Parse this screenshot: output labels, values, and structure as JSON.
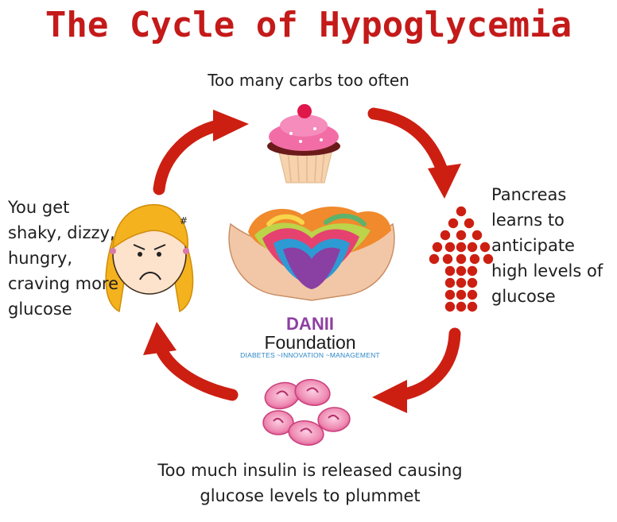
{
  "title": "The Cycle of Hypoglycemia",
  "steps": {
    "top": "Too many carbs too often",
    "right": [
      "Pancreas",
      "learns to",
      "anticipate",
      "high levels of",
      "glucose"
    ],
    "bottom": [
      "Too much insulin is released causing",
      "glucose levels to plummet"
    ],
    "left": [
      "You get",
      "shaky, dizzy,",
      "hungry,",
      "craving more",
      "glucose"
    ]
  },
  "logo": {
    "name": "DANII",
    "subtitle": "Foundation",
    "tagline": "DIABETES ~INNOVATION ~MANAGEMENT"
  },
  "colors": {
    "title": "#c41a1a",
    "arrow": "#cc1f12",
    "logo_name": "#8e3fa1",
    "logo_tagline": "#2a86c6"
  },
  "icons": [
    "cupcake-icon",
    "pancreas-dots-arrow-icon",
    "insulin-cells-icon",
    "upset-girl-face-icon",
    "hands-candy-logo-icon"
  ]
}
